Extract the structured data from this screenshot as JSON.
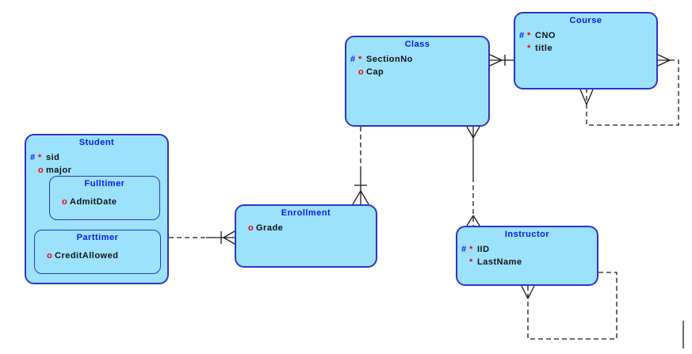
{
  "colors": {
    "canvas-bg": "#ffffff",
    "entity-fill": "#9de2fd",
    "entity-border": "#2c35c9",
    "entity-title": "#0719ee",
    "marker-hash": "#0719ee",
    "marker-req": "#e80505",
    "attr-text": "#141414",
    "line-color": "#1a1a1a"
  },
  "entities": {
    "course": {
      "name": "Course",
      "attrs": [
        {
          "m1": "#",
          "m2": "*",
          "name": "CNO"
        },
        {
          "m2": "*",
          "name": "title"
        }
      ]
    },
    "class": {
      "name": "Class",
      "attrs": [
        {
          "m1": "#",
          "m2": "*",
          "name": "SectionNo"
        },
        {
          "m2": "o",
          "name": "Cap"
        }
      ]
    },
    "student": {
      "name": "Student",
      "attrs": [
        {
          "m1": "#",
          "m2": "*",
          "name": "sid"
        },
        {
          "m2": "o",
          "name": "major"
        }
      ]
    },
    "fulltimer": {
      "name": "Fulltimer",
      "attrs": [
        {
          "m2": "o",
          "name": "AdmitDate"
        }
      ]
    },
    "parttimer": {
      "name": "Parttimer",
      "attrs": [
        {
          "m2": "o",
          "name": "CreditAllowed"
        }
      ]
    },
    "enrollment": {
      "name": "Enrollment",
      "attrs": [
        {
          "m2": "o",
          "name": "Grade"
        }
      ]
    },
    "instructor": {
      "name": "Instructor",
      "attrs": [
        {
          "m1": "#",
          "m2": "*",
          "name": "IID"
        },
        {
          "m2": "*",
          "name": "LastName"
        }
      ]
    }
  },
  "relationships": [
    {
      "from": "Class",
      "to": "Course",
      "line": "solid",
      "crow_foot_at": "Class",
      "identifying_bar": true
    },
    {
      "from": "Course",
      "to": "Course",
      "line": "dashed",
      "crow_foot_at": "both (self-loop)",
      "identifying_bar": false
    },
    {
      "from": "Class",
      "to": "Enrollment",
      "line": "dashed-solid",
      "crow_foot_at": "Enrollment",
      "identifying_bar": true
    },
    {
      "from": "Student",
      "to": "Enrollment",
      "line": "dashed-solid",
      "crow_foot_at": "Enrollment",
      "identifying_bar": true
    },
    {
      "from": "Class",
      "to": "Instructor",
      "line": "solid-dashed",
      "crow_foot_at": "both",
      "identifying_bar": false
    },
    {
      "from": "Instructor",
      "to": "Instructor",
      "line": "dashed",
      "crow_foot_at": "Instructor bottom (self-loop)",
      "identifying_bar": false
    }
  ]
}
